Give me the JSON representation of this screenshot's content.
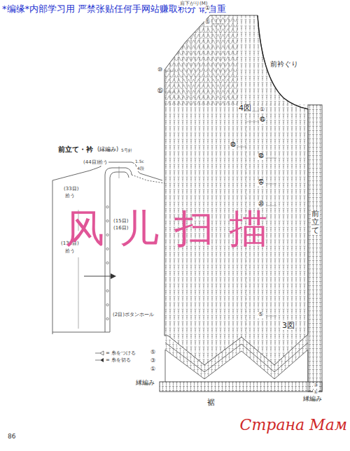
{
  "diagram": {
    "labels": [
      "*编缘*内部学习用 严禁张贴任何手网站赚取积分 请自重",
      "肩下がり(M)",
      "前衿ぐり",
      "前立て・衿",
      "(縁編み)",
      "5号針",
      "(44目)拾う",
      "1.5c",
      "4段",
      "(33目)",
      "拾う",
      "(15目)",
      "(16目)",
      "(131目)",
      "拾う",
      "(2目)ボタンホール",
      "风儿扫描",
      "前立て",
      "4図",
      "3図",
      "裾",
      "縁編み",
      "縁編み",
      "86",
      "Страна Мам",
      "①",
      "⑤",
      "⑩",
      "⑮",
      "①",
      "㊺",
      "㊵",
      "㊵",
      "㉟",
      "㉚",
      "⑤",
      "⑤",
      "③",
      "①",
      "③",
      "①"
    ],
    "legend": [
      {
        "text": "= 糸をつける"
      },
      {
        "text": "= 糸を切る"
      }
    ]
  }
}
